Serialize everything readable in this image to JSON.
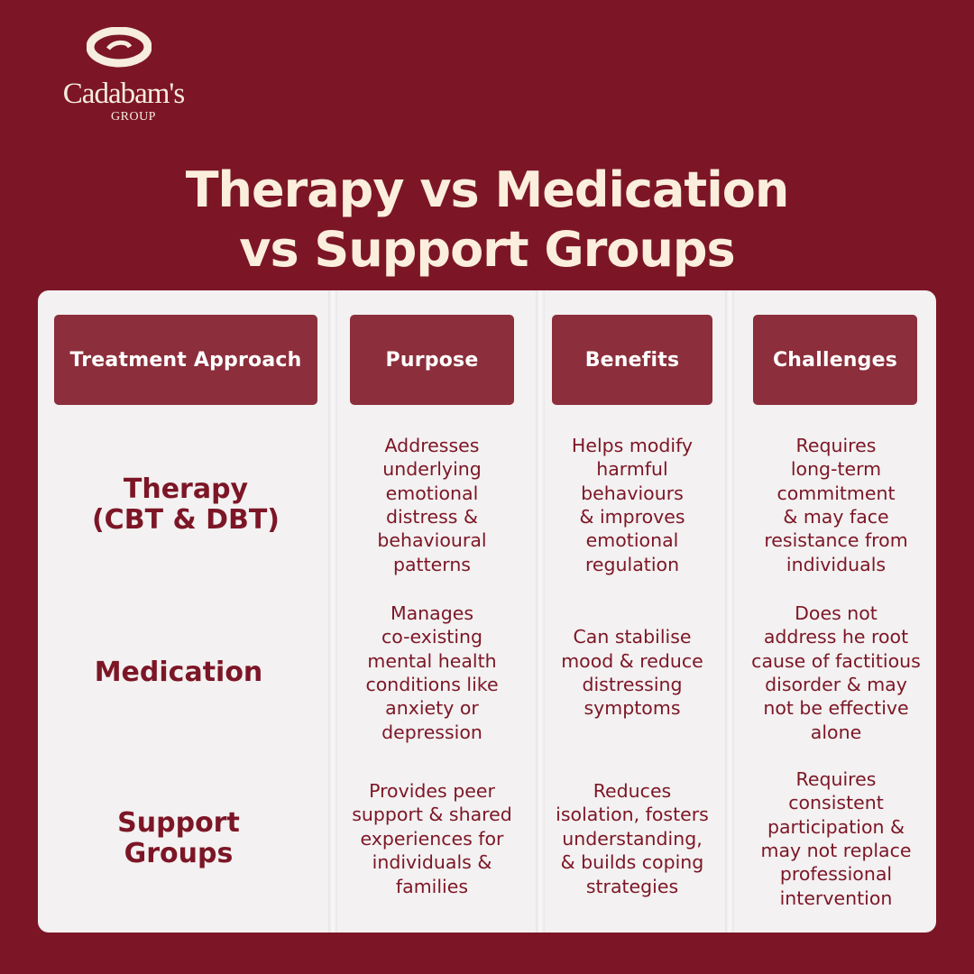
{
  "brand": {
    "name": "Cadabam's",
    "sub": "GROUP",
    "logo_icon": "swirl-logo-icon"
  },
  "title": {
    "line1": "Therapy vs Medication",
    "line2": "vs Support Groups"
  },
  "table": {
    "headers": [
      "Treatment Approach",
      "Purpose",
      "Benefits",
      "Challenges"
    ],
    "rows": [
      {
        "approach": "Therapy\n(CBT & DBT)",
        "purpose": "Addresses\nunderlying\nemotional\ndistress &\nbehavioural\npatterns",
        "benefits": "Helps modify\nharmful\nbehaviours\n& improves\nemotional\nregulation",
        "challenges": "Requires\nlong-term\ncommitment\n& may face\nresistance from\nindividuals"
      },
      {
        "approach": "Medication",
        "purpose": "Manages\nco-existing\nmental health\nconditions like\nanxiety or\ndepression",
        "benefits": "Can stabilise\nmood & reduce\ndistressing\nsymptoms",
        "challenges": "Does not\naddress he root\ncause of factitious\ndisorder & may\nnot be effective\nalone"
      },
      {
        "approach": "Support\nGroups",
        "purpose": "Provides peer\nsupport & shared\nexperiences for\nindividuals &\nfamilies",
        "benefits": "Reduces\nisolation, fosters\nunderstanding,\n& builds coping\nstrategies",
        "challenges": "Requires\nconsistent\nparticipation &\nmay not replace\nprofessional\nintervention"
      }
    ]
  },
  "colors": {
    "background": "#7c1626",
    "header_cell": "#8c2e3b",
    "card": "#f3f1f1",
    "text_light": "#fbeedd"
  }
}
